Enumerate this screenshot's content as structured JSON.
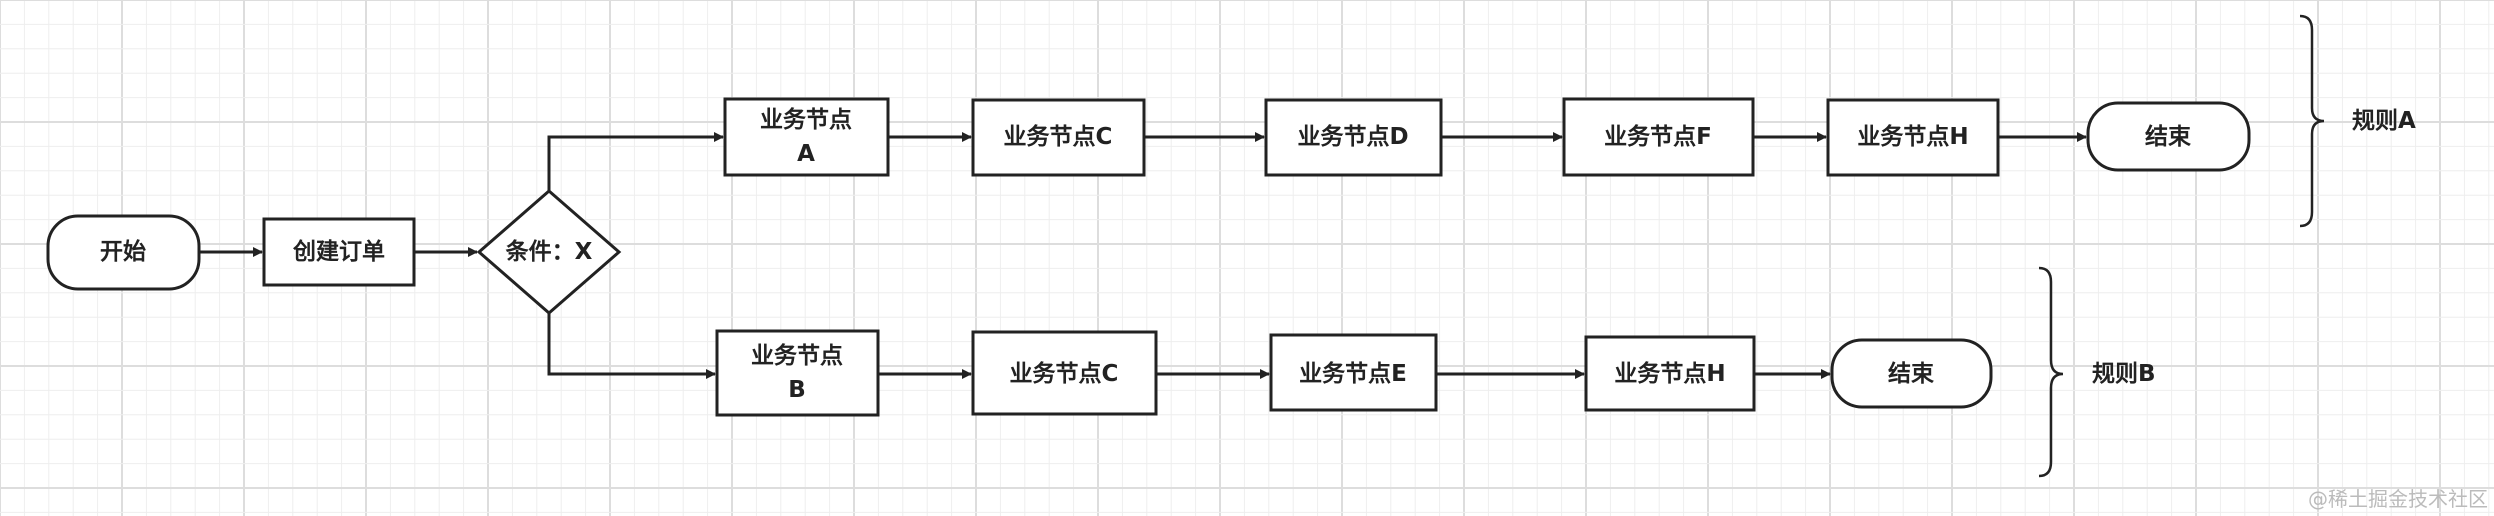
{
  "nodes": {
    "start": "开始",
    "create_order": "创建订单",
    "condition": "条件：X",
    "a_line1": "业务节点",
    "a_line2": "A",
    "b_line1": "业务节点",
    "b_line2": "B",
    "top_c": "业务节点C",
    "top_d": "业务节点D",
    "top_f": "业务节点F",
    "top_h": "业务节点H",
    "top_end": "结束",
    "bot_c": "业务节点C",
    "bot_e": "业务节点E",
    "bot_h": "业务节点H",
    "bot_end": "结束"
  },
  "rules": {
    "a": "规则A",
    "b": "规则B"
  },
  "watermark": "@稀土掘金技术社区",
  "colors": {
    "stroke": "#222222",
    "grid_minor": "#eeeeee",
    "grid_major": "#dddddd"
  }
}
